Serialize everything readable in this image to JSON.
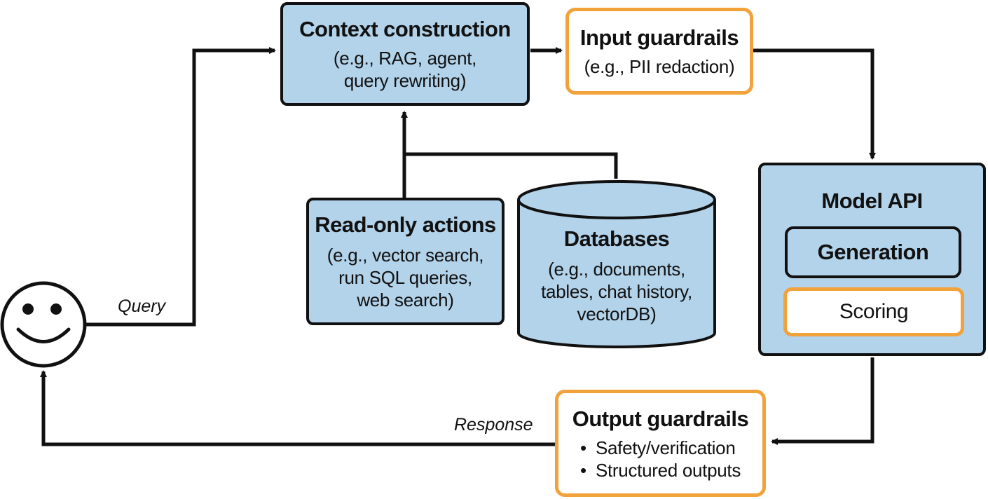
{
  "user": {
    "icon": "smiley-face-icon"
  },
  "edges": {
    "query_label": "Query",
    "response_label": "Response"
  },
  "context_construction": {
    "title": "Context construction",
    "subtitle": "(e.g., RAG, agent, query rewriting)"
  },
  "input_guardrails": {
    "title": "Input guardrails",
    "subtitle": "(e.g., PII redaction)"
  },
  "read_only_actions": {
    "title": "Read-only actions",
    "subtitle": "(e.g., vector search, run SQL queries, web search)"
  },
  "databases": {
    "title": "Databases",
    "subtitle": "(e.g., documents, tables, chat history, vectorDB)"
  },
  "model_api": {
    "title": "Model API",
    "generation": "Generation",
    "scoring": "Scoring"
  },
  "output_guardrails": {
    "title": "Output guardrails",
    "bullets": [
      "Safety/verification",
      "Structured outputs"
    ]
  },
  "colors": {
    "box_fill": "#b3d3ea",
    "guardrail_border": "#f2a23a",
    "stroke": "#111111"
  }
}
